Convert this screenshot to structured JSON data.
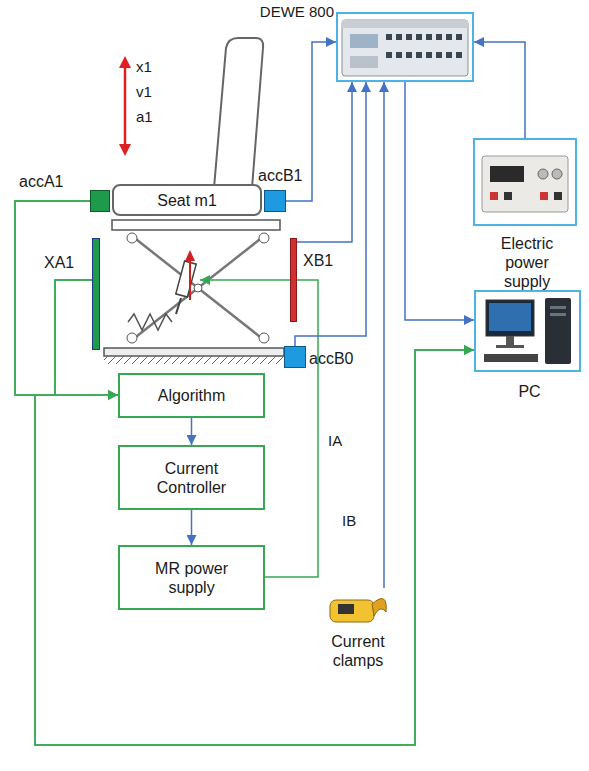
{
  "diagram": {
    "nodes": [
      {
        "text": [
          "DEWE 800"
        ]
      },
      {
        "text": [
          "Electric power supply"
        ]
      },
      {
        "text": [
          "Seat m1"
        ]
      },
      {
        "text": [
          "accA1"
        ]
      },
      {
        "text": [
          "accB1"
        ]
      },
      {
        "text": [
          "XA1"
        ]
      },
      {
        "text": [
          "XB1"
        ]
      },
      {
        "text": [
          "PC"
        ]
      },
      {
        "text": [
          "accB0"
        ]
      },
      {
        "text": [
          "Algorithm"
        ]
      },
      {
        "text": [
          "Current Controller"
        ]
      },
      {
        "text": [
          "MR power supply"
        ]
      },
      {
        "text": [
          "Current clamps"
        ]
      }
    ],
    "edges": [
      {
        "from": 4,
        "to": 0,
        "arrow": "to"
      },
      {
        "from": 6,
        "to": 0,
        "arrow": "to"
      },
      {
        "from": 8,
        "to": 0,
        "arrow": "to"
      },
      {
        "from": 1,
        "to": 0,
        "arrow": "to"
      },
      {
        "from": 0,
        "to": 7,
        "arrow": "to"
      },
      {
        "from": 12,
        "to": 0,
        "arrow": "to"
      },
      {
        "from": 3,
        "to": 9,
        "arrow": "to"
      },
      {
        "from": 5,
        "to": 9,
        "arrow": "to"
      },
      {
        "from": 9,
        "to": 10,
        "arrow": "to"
      },
      {
        "from": 10,
        "to": 11,
        "arrow": "to"
      },
      {
        "from": 3,
        "to": 7,
        "arrow": "to"
      },
      {
        "from": 5,
        "to": 7,
        "arrow": "to"
      }
    ],
    "labels": [
      "x1",
      "v1",
      "a1",
      "IA",
      "IB"
    ]
  }
}
